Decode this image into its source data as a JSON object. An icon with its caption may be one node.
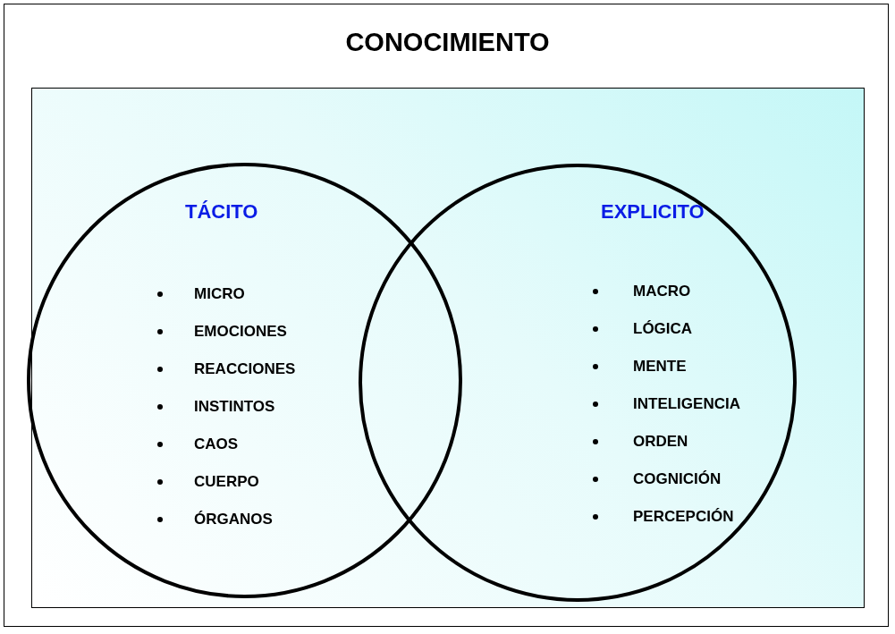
{
  "diagram": {
    "title": "CONOCIMIENTO",
    "nodes": [
      {
        "text": [
          "TÁCITO",
          "MICRO",
          "EMOCIONES",
          "REACCIONES",
          "INSTINTOS",
          "CAOS",
          "CUERPO",
          "ÓRGANOS"
        ]
      },
      {
        "text": [
          "EXPLICITO",
          "MACRO",
          "LÓGICA",
          "MENTE",
          "INTELIGENCIA",
          "ORDEN",
          "COGNICIÓN",
          "PERCEPCIÓN"
        ]
      }
    ],
    "edges": []
  }
}
